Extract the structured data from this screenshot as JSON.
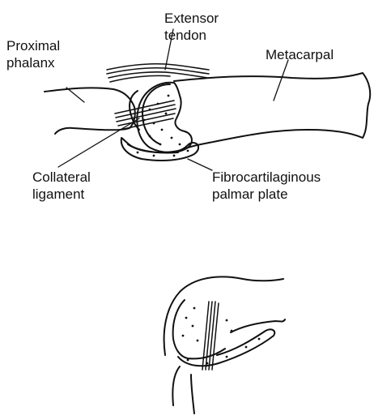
{
  "figure": {
    "labels": {
      "extensor_tendon": [
        "Extensor",
        "tendon"
      ],
      "proximal_phalanx": [
        "Proximal",
        "phalanx"
      ],
      "metacarpal": [
        "Metacarpal"
      ],
      "collateral_ligament": [
        "Collateral",
        "ligament"
      ],
      "palmar_plate": [
        "Fibrocartilaginous",
        "palmar plate"
      ]
    },
    "colors": {
      "ink": "#111111",
      "background": "#ffffff"
    }
  }
}
